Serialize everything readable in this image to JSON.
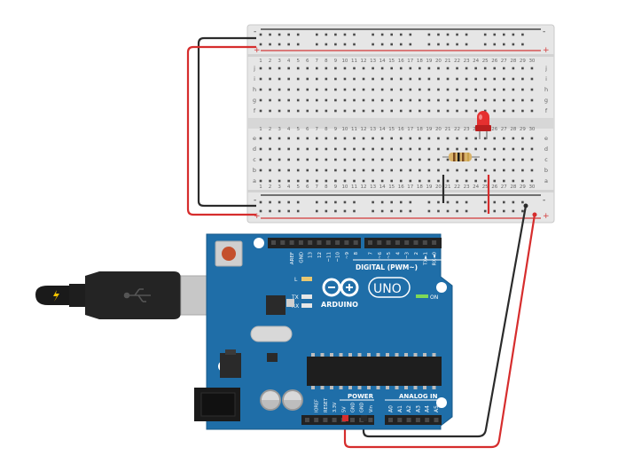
{
  "breadboard": {
    "rail_minus": "-",
    "rail_plus": "+",
    "column_numbers": [
      "1",
      "2",
      "3",
      "4",
      "5",
      "6",
      "7",
      "8",
      "9",
      "10",
      "11",
      "12",
      "13",
      "14",
      "15",
      "16",
      "17",
      "18",
      "19",
      "20",
      "21",
      "22",
      "23",
      "24",
      "25",
      "26",
      "27",
      "28",
      "29",
      "30"
    ],
    "row_letters_top": [
      "j",
      "i",
      "h",
      "g",
      "f"
    ],
    "row_letters_bottom": [
      "e",
      "d",
      "c",
      "b",
      "a"
    ]
  },
  "arduino": {
    "logo_text": "ARDUINO",
    "model_text": "UNO",
    "digital_label": "DIGITAL (PWM~)",
    "power_label": "POWER",
    "analog_label": "ANALOG IN",
    "on_label": "ON",
    "led_l_label": "L",
    "tx_label": "TX",
    "rx_label": "RX",
    "digital_pins": [
      "AREF",
      "GND",
      "13",
      "12",
      "~11",
      "~10",
      "~9",
      "8",
      "7",
      "~6",
      "~5",
      "4",
      "~3",
      "2",
      "TX►1",
      "RX◄0"
    ],
    "power_pins": [
      "IOREF",
      "RESET",
      "3.3V",
      "5V",
      "GND",
      "GND",
      "Vin"
    ],
    "analog_pins": [
      "A0",
      "A1",
      "A2",
      "A3",
      "A4",
      "A5"
    ]
  },
  "colors": {
    "board_blue": "#1f6ea8",
    "wire_red": "#d62d2d",
    "wire_black": "#2b2b2b",
    "led_red": "#e53030",
    "rail_red": "#d33a3a",
    "rail_blue": "#2a2a2a"
  }
}
